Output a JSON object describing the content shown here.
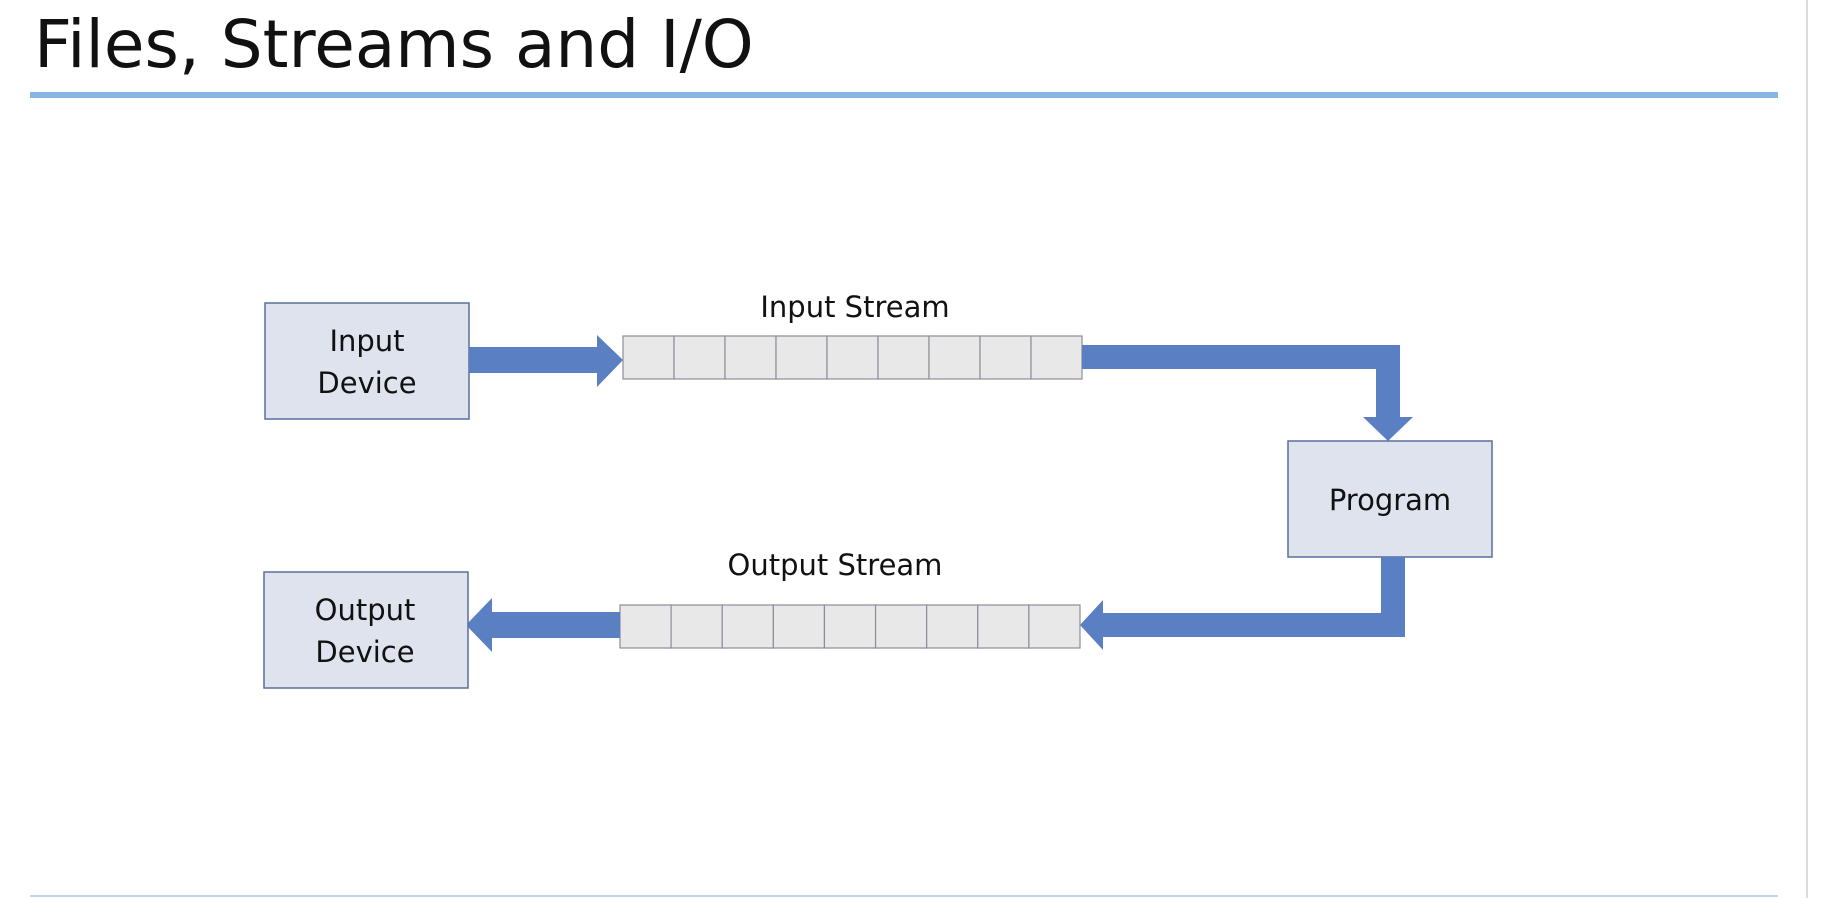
{
  "slide": {
    "title": "Files, Streams and I/O"
  },
  "colors": {
    "title_rule": "#86b4e4",
    "arrow": "#5b7fc3",
    "box_fill": "#dfe3ee",
    "box_stroke": "#5a6f9b",
    "cell_fill": "#e8e8e8"
  },
  "diagram": {
    "input_device": {
      "line1": "Input",
      "line2": "Device"
    },
    "output_device": {
      "line1": "Output",
      "line2": "Device"
    },
    "program": {
      "label": "Program"
    },
    "input_stream": {
      "label": "Input Stream",
      "cells": 9
    },
    "output_stream": {
      "label": "Output Stream",
      "cells": 9
    }
  }
}
